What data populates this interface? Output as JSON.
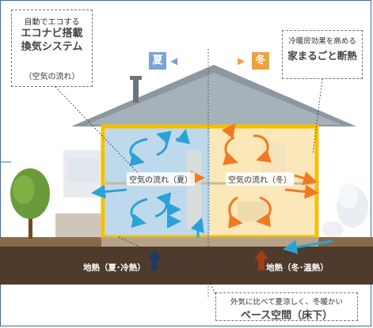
{
  "left_callout": {
    "line1": "自動でエコする",
    "line2": "エコナビ搭載",
    "line3": "換気システム",
    "caption": "（空気の流れ）"
  },
  "right_callout": {
    "line1": "冷暖房効果を高める",
    "line2": "家まるごと断熱"
  },
  "bottom_callout": {
    "line1": "外気に比べて夏涼しく、冬暖かい",
    "line2": "ベース空間（床下）"
  },
  "season": {
    "summer": "夏",
    "winter": "冬"
  },
  "labels": {
    "air_summer": "空気の流れ（夏）",
    "air_winter": "空気の流れ（冬）",
    "geo_summer": "地熱（夏･冷熱）",
    "geo_winter": "地熱（冬･温熱）"
  },
  "colors": {
    "summer": "#2aa2d6",
    "winter": "#f07a22",
    "insulation": "#f5c000",
    "frame": "#2e6fb0"
  }
}
